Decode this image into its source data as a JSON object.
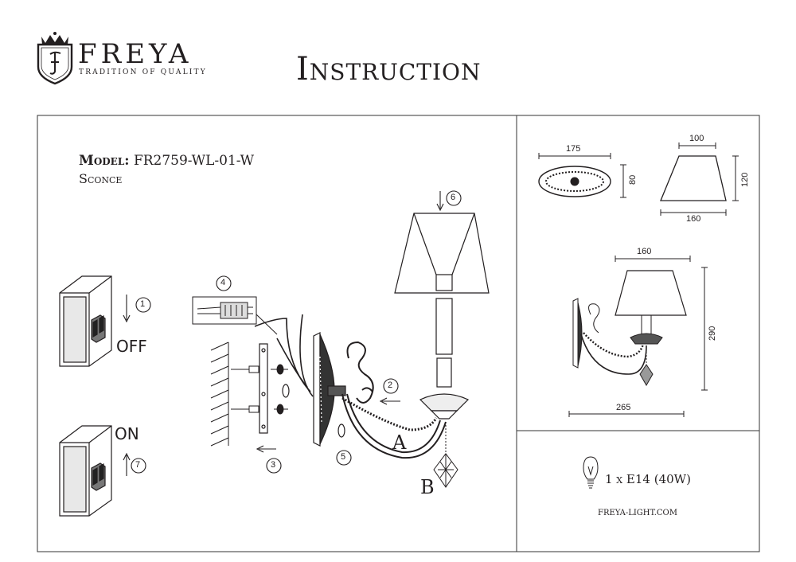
{
  "brand": {
    "name": "FREYA",
    "tagline": "TRADITION OF QUALITY"
  },
  "document": {
    "title": "Instruction"
  },
  "model": {
    "label": "Model:",
    "code": "FR2759-WL-01-W",
    "type": "Sconce"
  },
  "switch": {
    "off_label": "OFF",
    "on_label": "ON"
  },
  "steps": [
    "1",
    "2",
    "3",
    "4",
    "5",
    "6",
    "7"
  ],
  "parts": {
    "arm": "A",
    "pendant": "B"
  },
  "dimensions": {
    "canopy_width": "175",
    "canopy_height": "80",
    "shade_top": "100",
    "shade_bottom": "160",
    "shade_height": "120",
    "lamp_width": "160",
    "lamp_height": "290",
    "lamp_depth": "265"
  },
  "spec": {
    "bulb": "1 x E14 (40W)"
  },
  "website": "FREYA-LIGHT.COM"
}
